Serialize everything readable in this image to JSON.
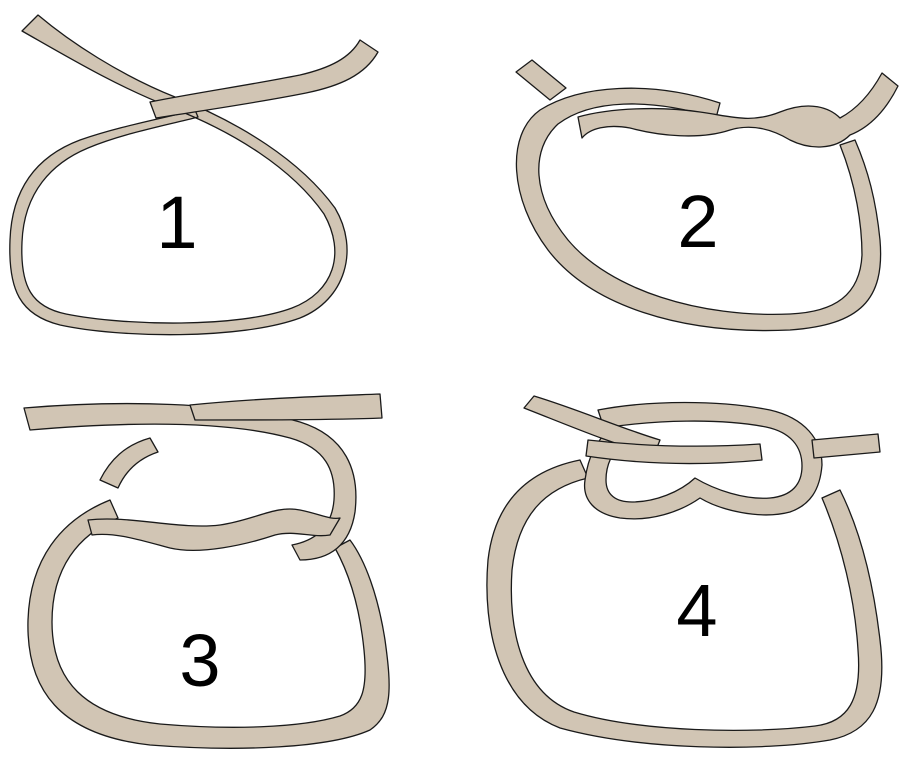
{
  "palette": {
    "band": "#d1c5b4",
    "outline": "#1a1a1a",
    "background": "#ffffff"
  },
  "steps": [
    {
      "label": "1"
    },
    {
      "label": "2"
    },
    {
      "label": "3"
    },
    {
      "label": "4"
    }
  ]
}
